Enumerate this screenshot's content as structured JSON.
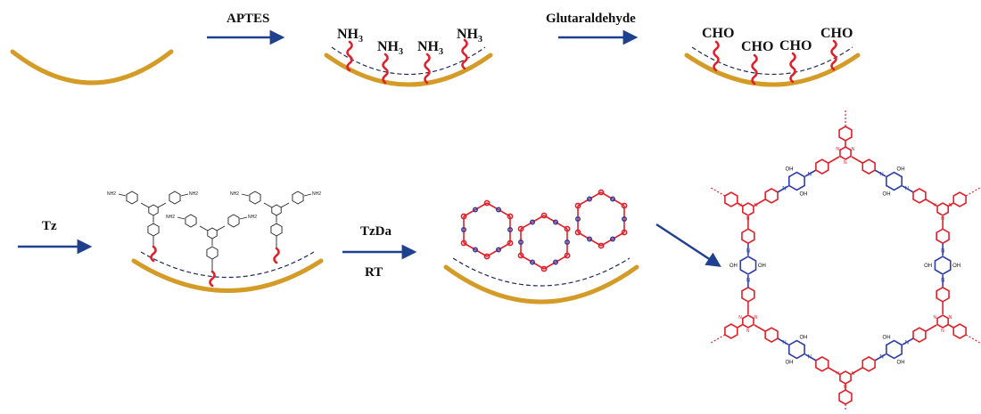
{
  "step_labels": {
    "aptes": "APTES",
    "glutaraldehyde": "Glutaraldehyde",
    "tz": "Tz",
    "tzda": "TzDa",
    "rt": "RT"
  },
  "groups": {
    "amine": {
      "main": "NH",
      "sub": "3"
    },
    "aldehyde": "CHO"
  },
  "molecule_labels": {
    "nh2": "NH2",
    "hydroxyl": "OH",
    "nitrogen": "N"
  },
  "colors": {
    "arrow": "#1f3f8f",
    "substrate": "#d49b27",
    "linker": "#e0202a",
    "triazine_unit": "#e0202a",
    "dialdehyde_unit": "#2e3ea8"
  }
}
